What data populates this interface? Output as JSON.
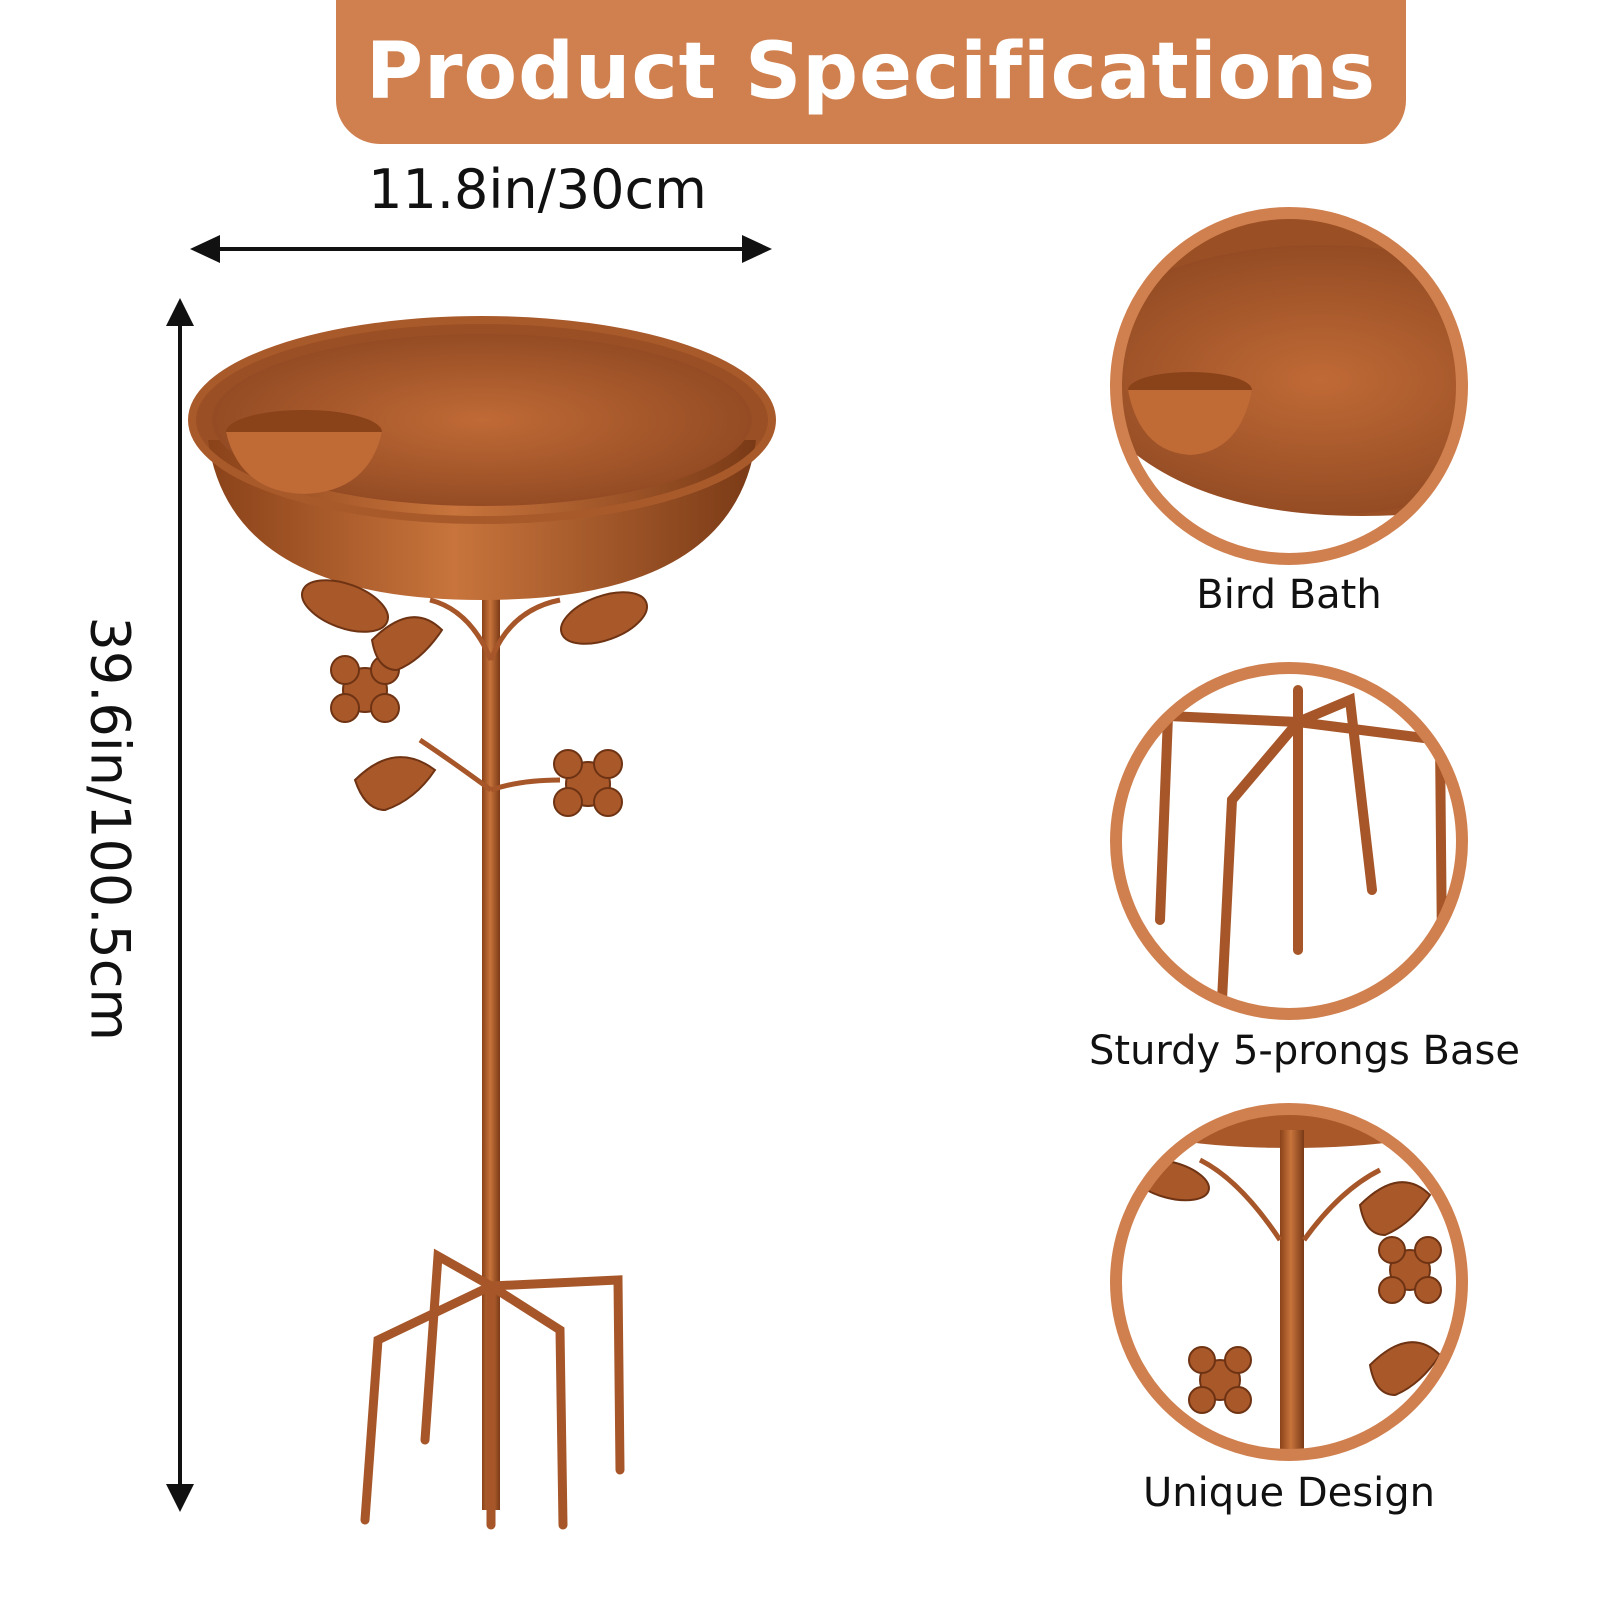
{
  "header": {
    "title": "Product Specifications"
  },
  "dimensions": {
    "width_label": "11.8in/30cm",
    "height_label": "39.6in/100.5cm"
  },
  "details": [
    {
      "label": "Bird Bath"
    },
    {
      "label": "Sturdy 5-prongs Base"
    },
    {
      "label": "Unique Design"
    }
  ],
  "colors": {
    "banner": "#d0804f",
    "copper": "#b5602e",
    "copper_dark": "#7a3a16"
  }
}
